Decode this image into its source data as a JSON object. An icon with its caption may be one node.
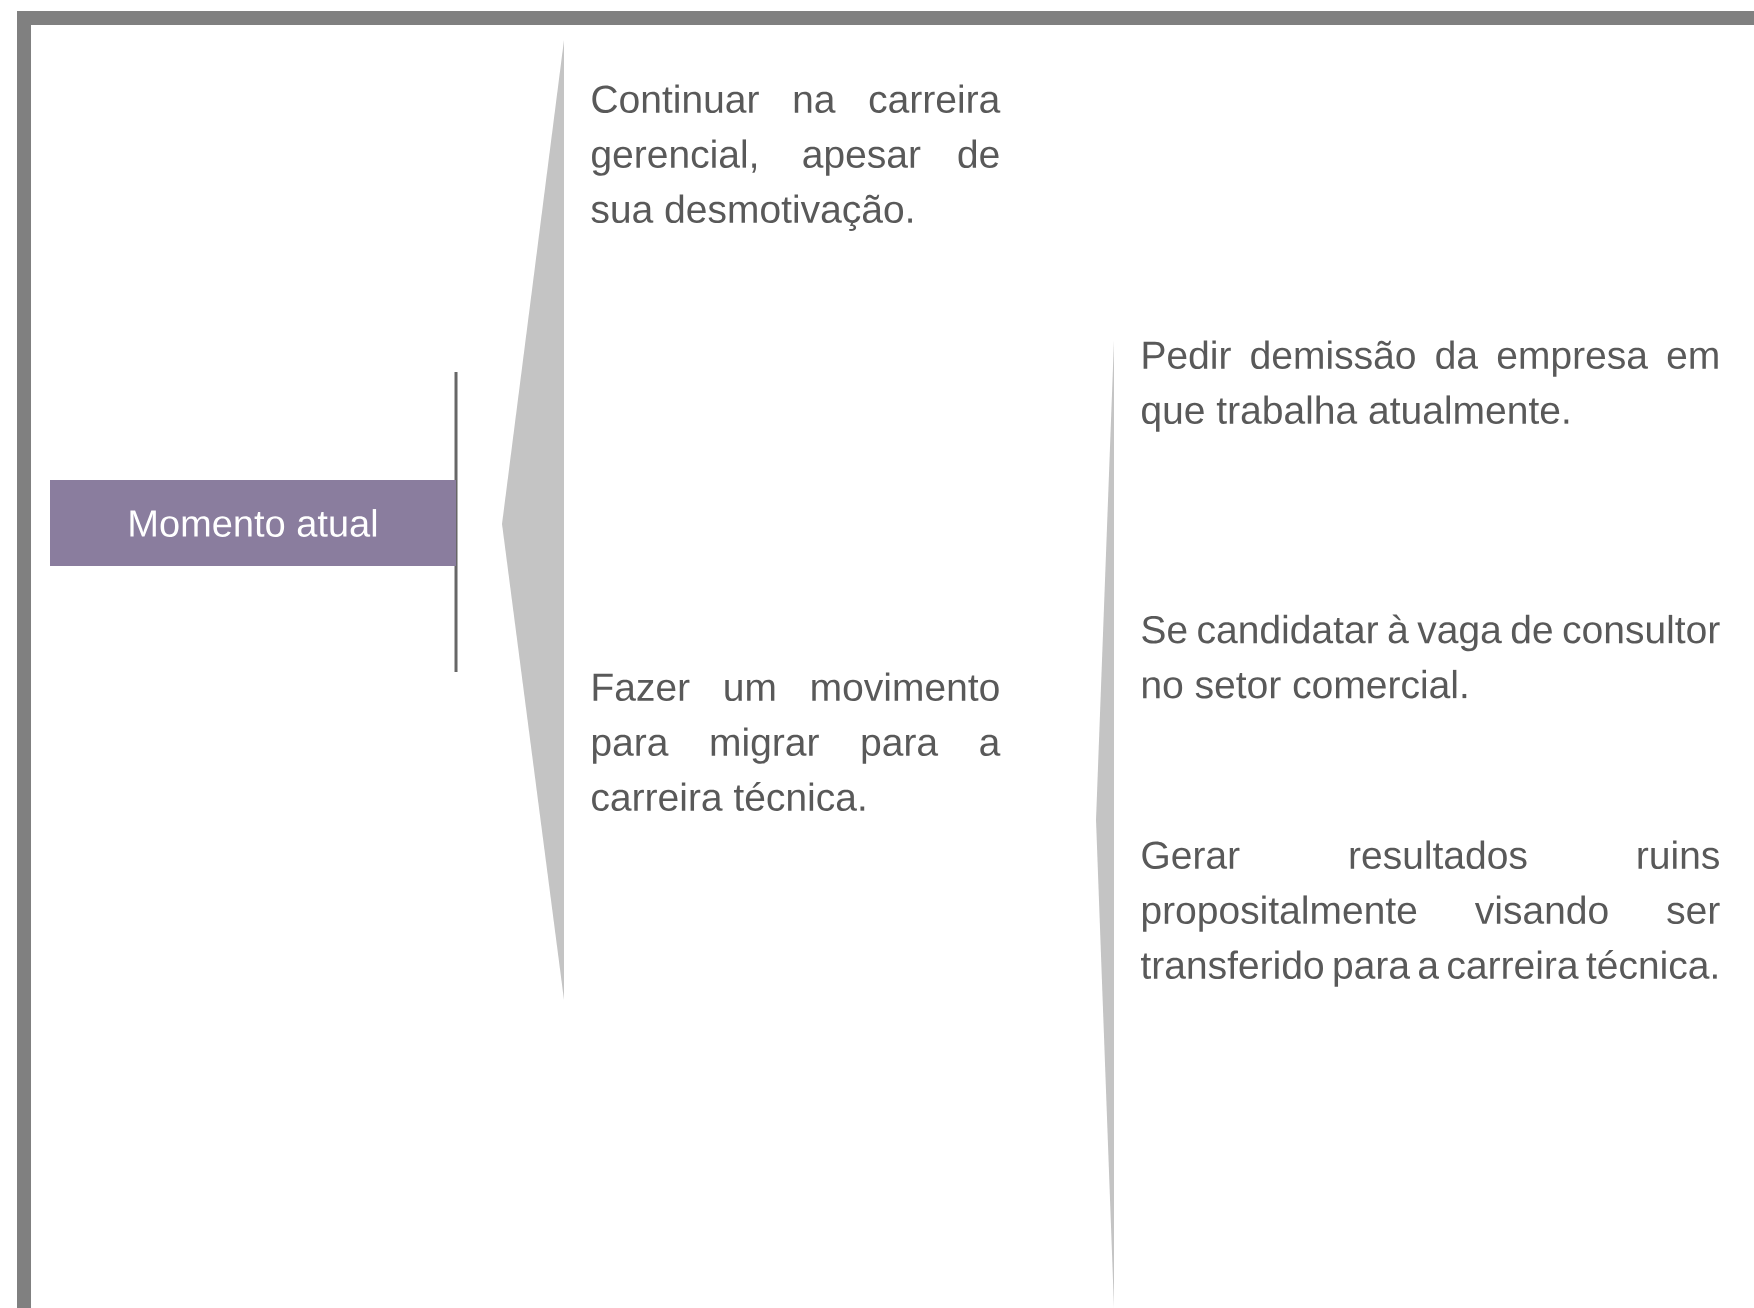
{
  "diagram": {
    "nodes": [
      {
        "text": [
          "Momento atual"
        ]
      }
    ],
    "labels": [
      "Continuar na carreira gerencial, apesar de sua desmotivação.",
      "Fazer um movimento para migrar para a carreira técnica.",
      "Pedir demissão da empresa em que trabalha atualmente.",
      "Se candidatar à vaga de consultor no setor comercial.",
      "Gerar resultados ruins propositalmente visando ser transferido para a carreira técnica."
    ]
  }
}
